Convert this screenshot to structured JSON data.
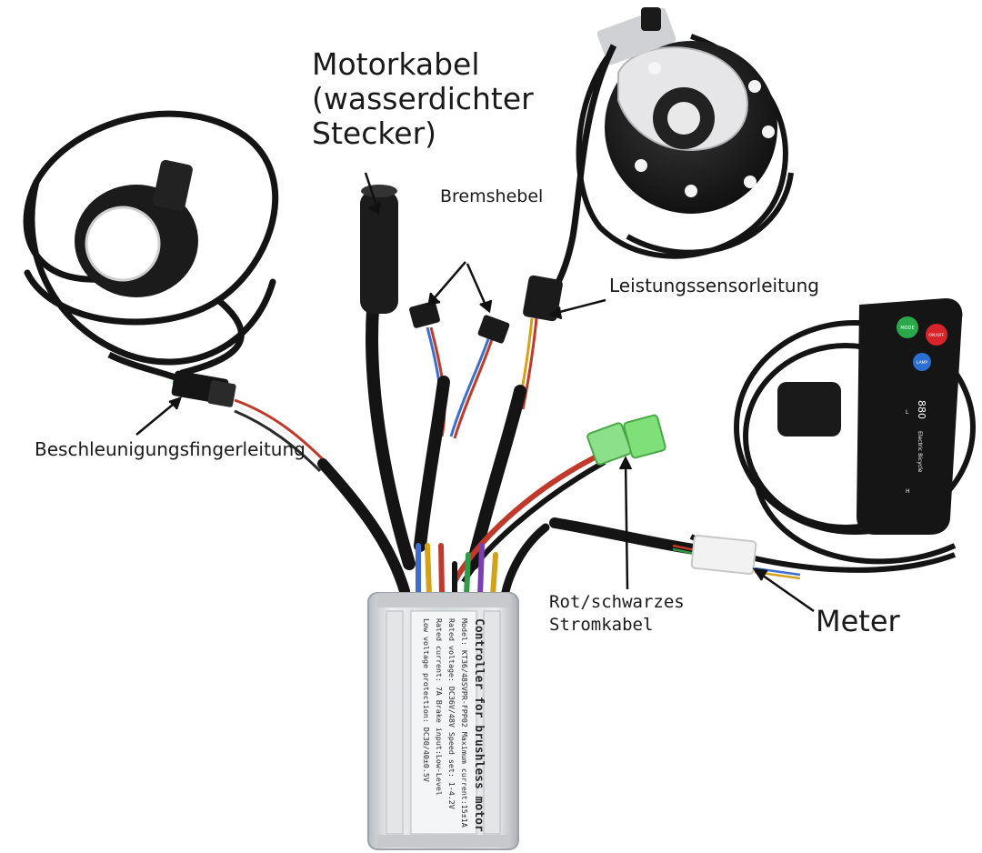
{
  "labels": {
    "motor_cable_line1": "Motorkabel",
    "motor_cable_line2": "(wasserdichter",
    "motor_cable_line3": "Stecker)",
    "brake_lever": "Bremshebel",
    "power_sensor": "Leistungssensorleitung",
    "throttle": "Beschleunigungsfingerleitung",
    "power_cable_line1": "Rot/schwarzes",
    "power_cable_line2": "Stromkabel",
    "meter": "Meter"
  },
  "controller": {
    "title": "Controller for brushless motor",
    "line_model": "Model: KT36/48SVPR-FPP02  Maximum current:15±1A",
    "line_voltage": "Rated voltage: DC36V/48V    Speed set: 1-4.2V",
    "line_current": "Rated current:  7A          Brake input:Low-Level",
    "line_protection": "Low voltage protection:     DC30/40±0.5V"
  },
  "display": {
    "btn_mode": "MODE",
    "btn_onoff": "ON/OFF",
    "btn_lamp": "LAMP",
    "model_number": "880",
    "brand": "Electric Bicycle",
    "level_low": "L",
    "level_high": "H"
  },
  "colors": {
    "cable": "#141414",
    "controller_body": "#d9dbde",
    "connector_green": "#7fe07a",
    "connector_white": "#f2f2f2",
    "sensor_ring": "#e8e8ea",
    "btn_mode": "#2aa84a",
    "btn_onoff": "#d8232a",
    "btn_lamp": "#2a6fd1"
  }
}
